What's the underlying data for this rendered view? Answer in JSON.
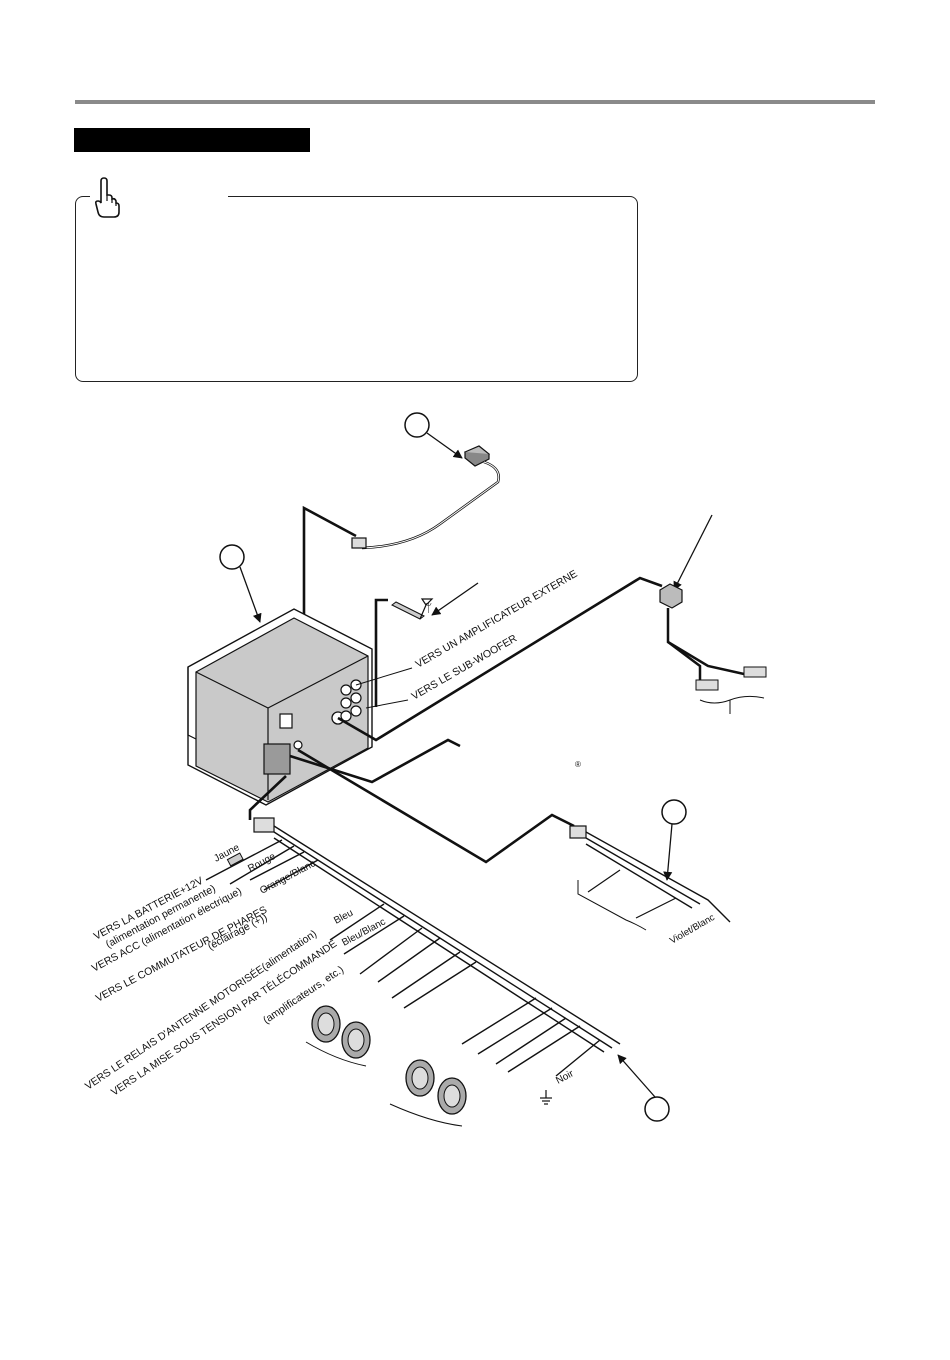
{
  "labels": {
    "amp_external": "VERS UN AMPLIFICATEUR EXTERNE",
    "subwoofer": "VERS LE SUB-WOOFER",
    "battery": "VERS LA BATTERIE+12V",
    "battery_sub": "(alimentation permanente)",
    "acc": "VERS ACC (alimentation électrique)",
    "headlight": "VERS LE COMMUTATEUR DE PHARES",
    "headlight_sub": "(éclairage (+))",
    "antenna_relay": "VERS LE RELAIS D'ANTENNE MOTORISÉE(alimentation)",
    "remote_on": "VERS LA MISE SOUS TENSION PAR TÉLÉCOMMANDE",
    "remote_on_sub": "(amplificateurs, etc.)",
    "registered_mark": "®"
  },
  "wires": {
    "jaune": "Jaune",
    "rouge": "Rouge",
    "orange_blanc": "Orange/Blanc",
    "bleu": "Bleu",
    "bleu_blanc": "Bleu/Blanc",
    "noir": "Noir",
    "violet_blanc": "Violet/Blanc"
  },
  "colors": {
    "line": "#111111",
    "unit_fill": "#c9c9c9",
    "unit_dark": "#9a9a9a",
    "rule": "#8a8a8a"
  },
  "icons": [
    "pointing-hand-icon",
    "antenna-icon",
    "ground-icon",
    "fuse-icon",
    "speaker-icon"
  ]
}
